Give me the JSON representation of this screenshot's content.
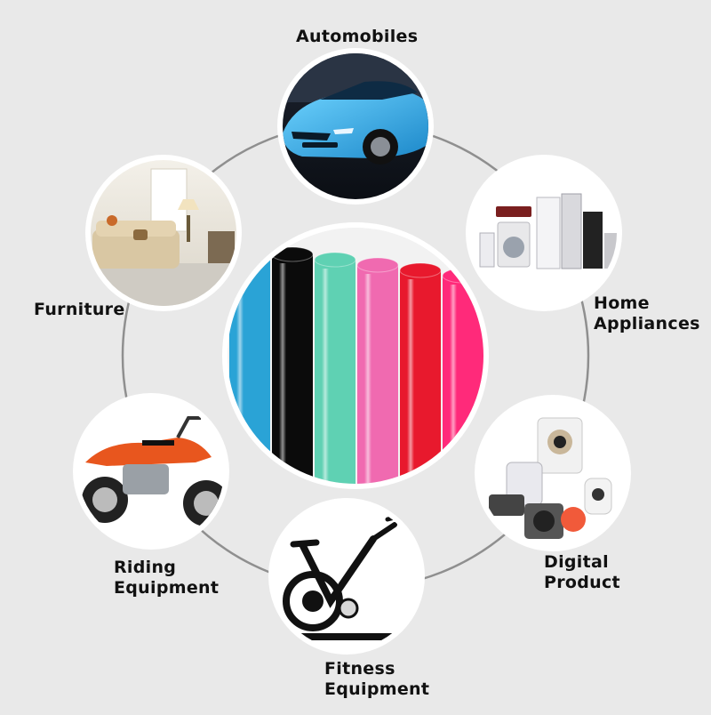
{
  "colors": {
    "background": "#e9e9e9",
    "ring": "#8f8f8f",
    "circle_border": "#ffffff",
    "rolls": [
      "#2aa3d6",
      "#0b0b0b",
      "#5fd1b3",
      "#f06ab0",
      "#e8192d",
      "#ff2a7a"
    ]
  },
  "center": {
    "image": "vinyl-wrap-film-rolls"
  },
  "categories": [
    {
      "key": "automobiles",
      "image": "blue-sports-car",
      "label": [
        "Automobiles"
      ]
    },
    {
      "key": "home-appliances",
      "image": "home-appliances-group",
      "label": [
        "Home",
        "Appliances"
      ]
    },
    {
      "key": "digital-product",
      "image": "security-cameras-electronics",
      "label": [
        "Digital",
        "Product"
      ]
    },
    {
      "key": "fitness-equipment",
      "image": "spin-bike",
      "label": [
        "Fitness",
        "Equipment"
      ]
    },
    {
      "key": "riding-equipment",
      "image": "motorcycle",
      "label": [
        "Riding",
        "Equipment"
      ]
    },
    {
      "key": "furniture",
      "image": "living-room-sofa",
      "label": [
        "Furniture"
      ]
    }
  ]
}
